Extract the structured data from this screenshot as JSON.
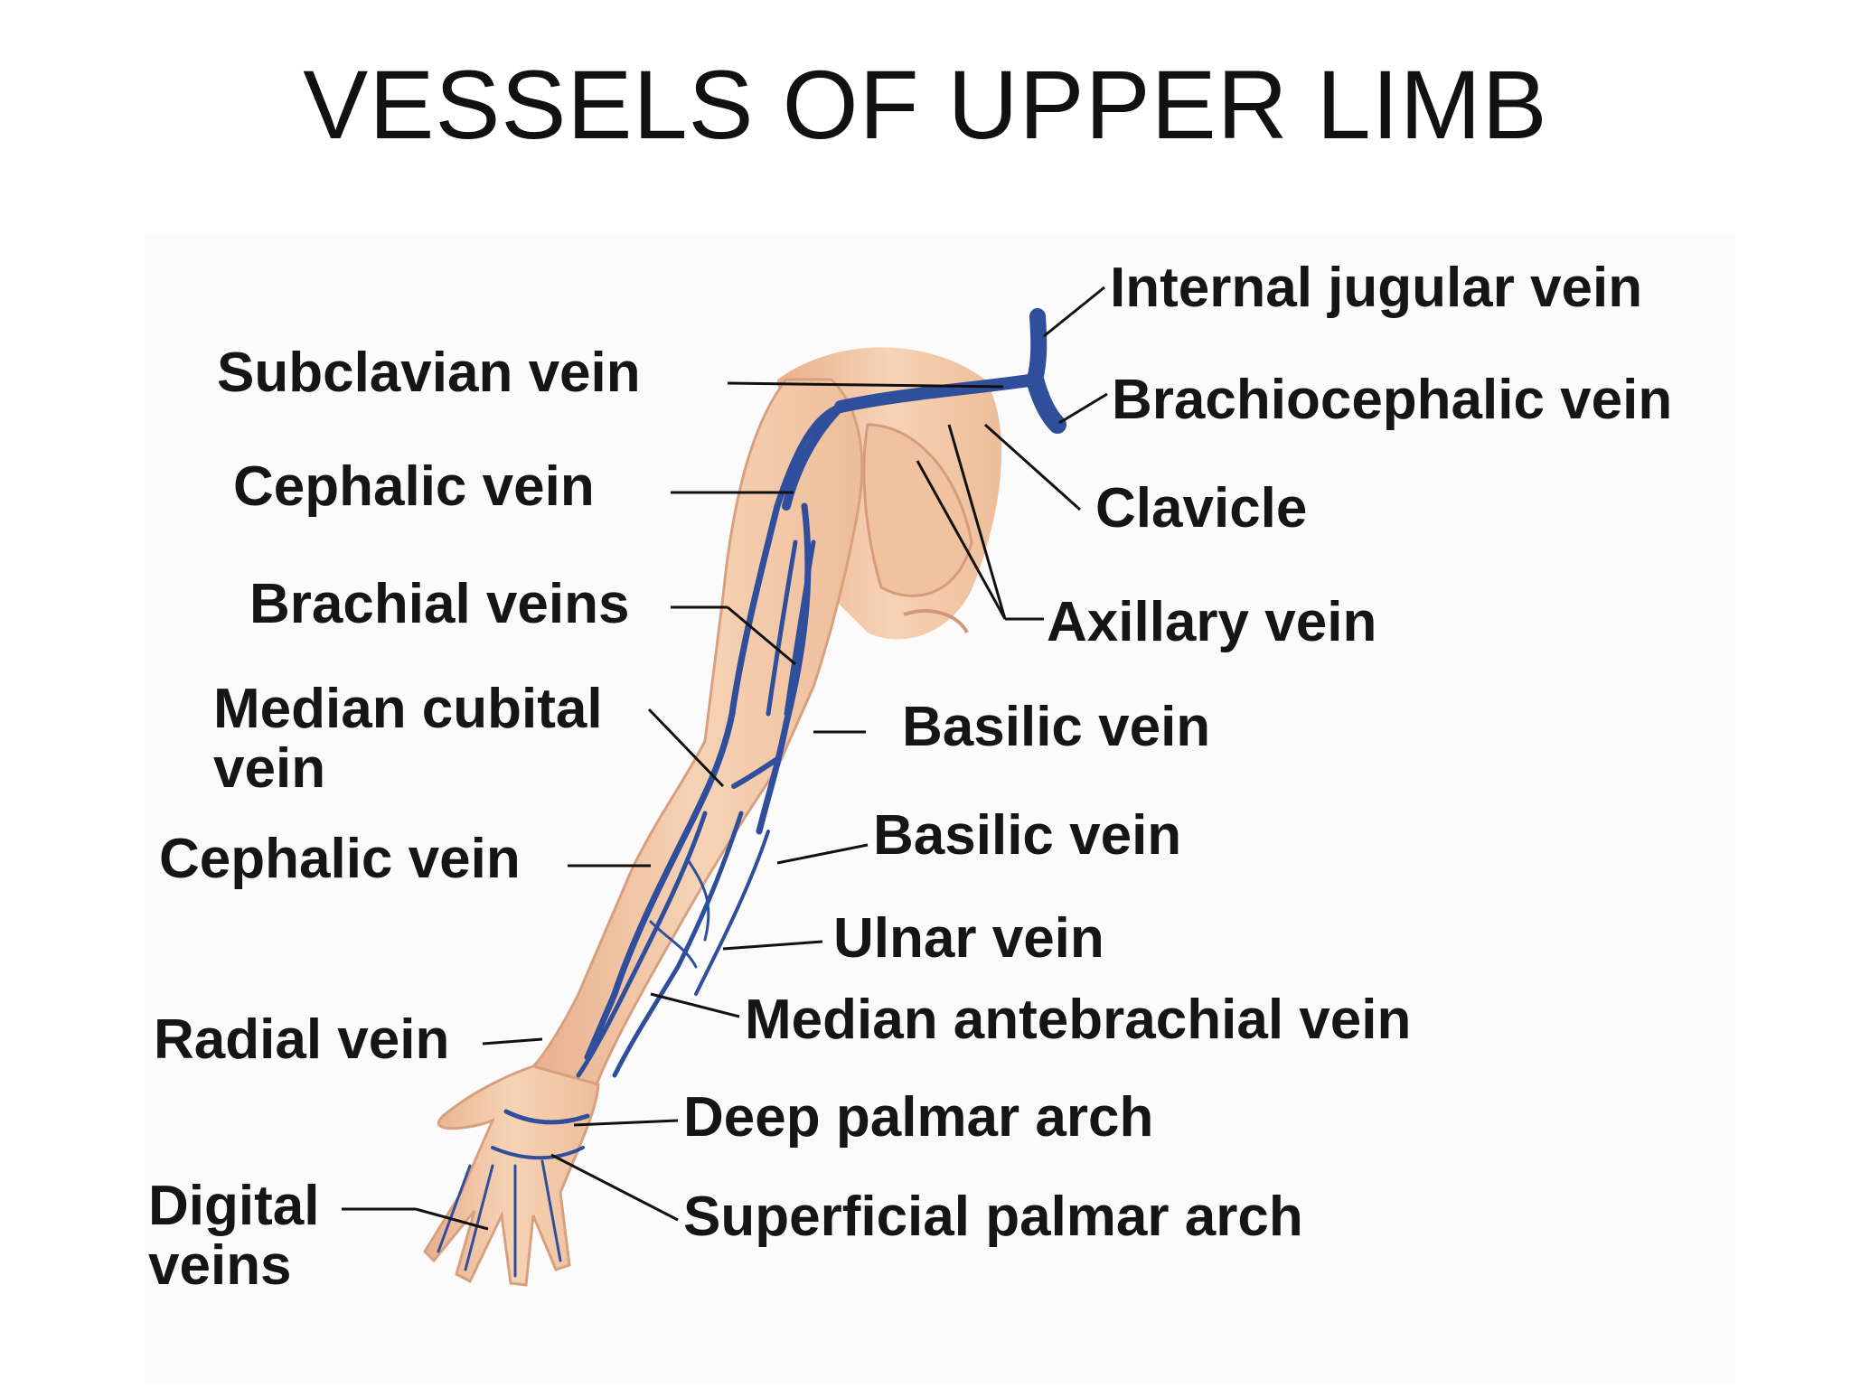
{
  "slide": {
    "title": "VESSELS OF UPPER LIMB"
  },
  "labels": {
    "internal_jugular_vein": "Internal jugular vein",
    "subclavian_vein": "Subclavian vein",
    "brachiocephalic_vein": "Brachiocephalic vein",
    "cephalic_vein_upper": "Cephalic vein",
    "clavicle": "Clavicle",
    "brachial_veins": "Brachial veins",
    "axillary_vein": "Axillary vein",
    "median_cubital_vein": "Median cubital\nvein",
    "basilic_vein_upper": "Basilic vein",
    "basilic_vein_lower": "Basilic vein",
    "cephalic_vein_lower": "Cephalic vein",
    "ulnar_vein": "Ulnar vein",
    "median_antebrachial_vein": "Median antebrachial vein",
    "radial_vein": "Radial vein",
    "deep_palmar_arch": "Deep palmar arch",
    "digital_veins": "Digital\nveins",
    "superficial_palmar_arch": "Superficial palmar arch"
  },
  "colors": {
    "skin": "#f2c9a8",
    "skin_shadow": "#e2a584",
    "vein": "#2f4f9c",
    "vein_highlight": "#6f8fd6",
    "leader_line": "#111111"
  }
}
